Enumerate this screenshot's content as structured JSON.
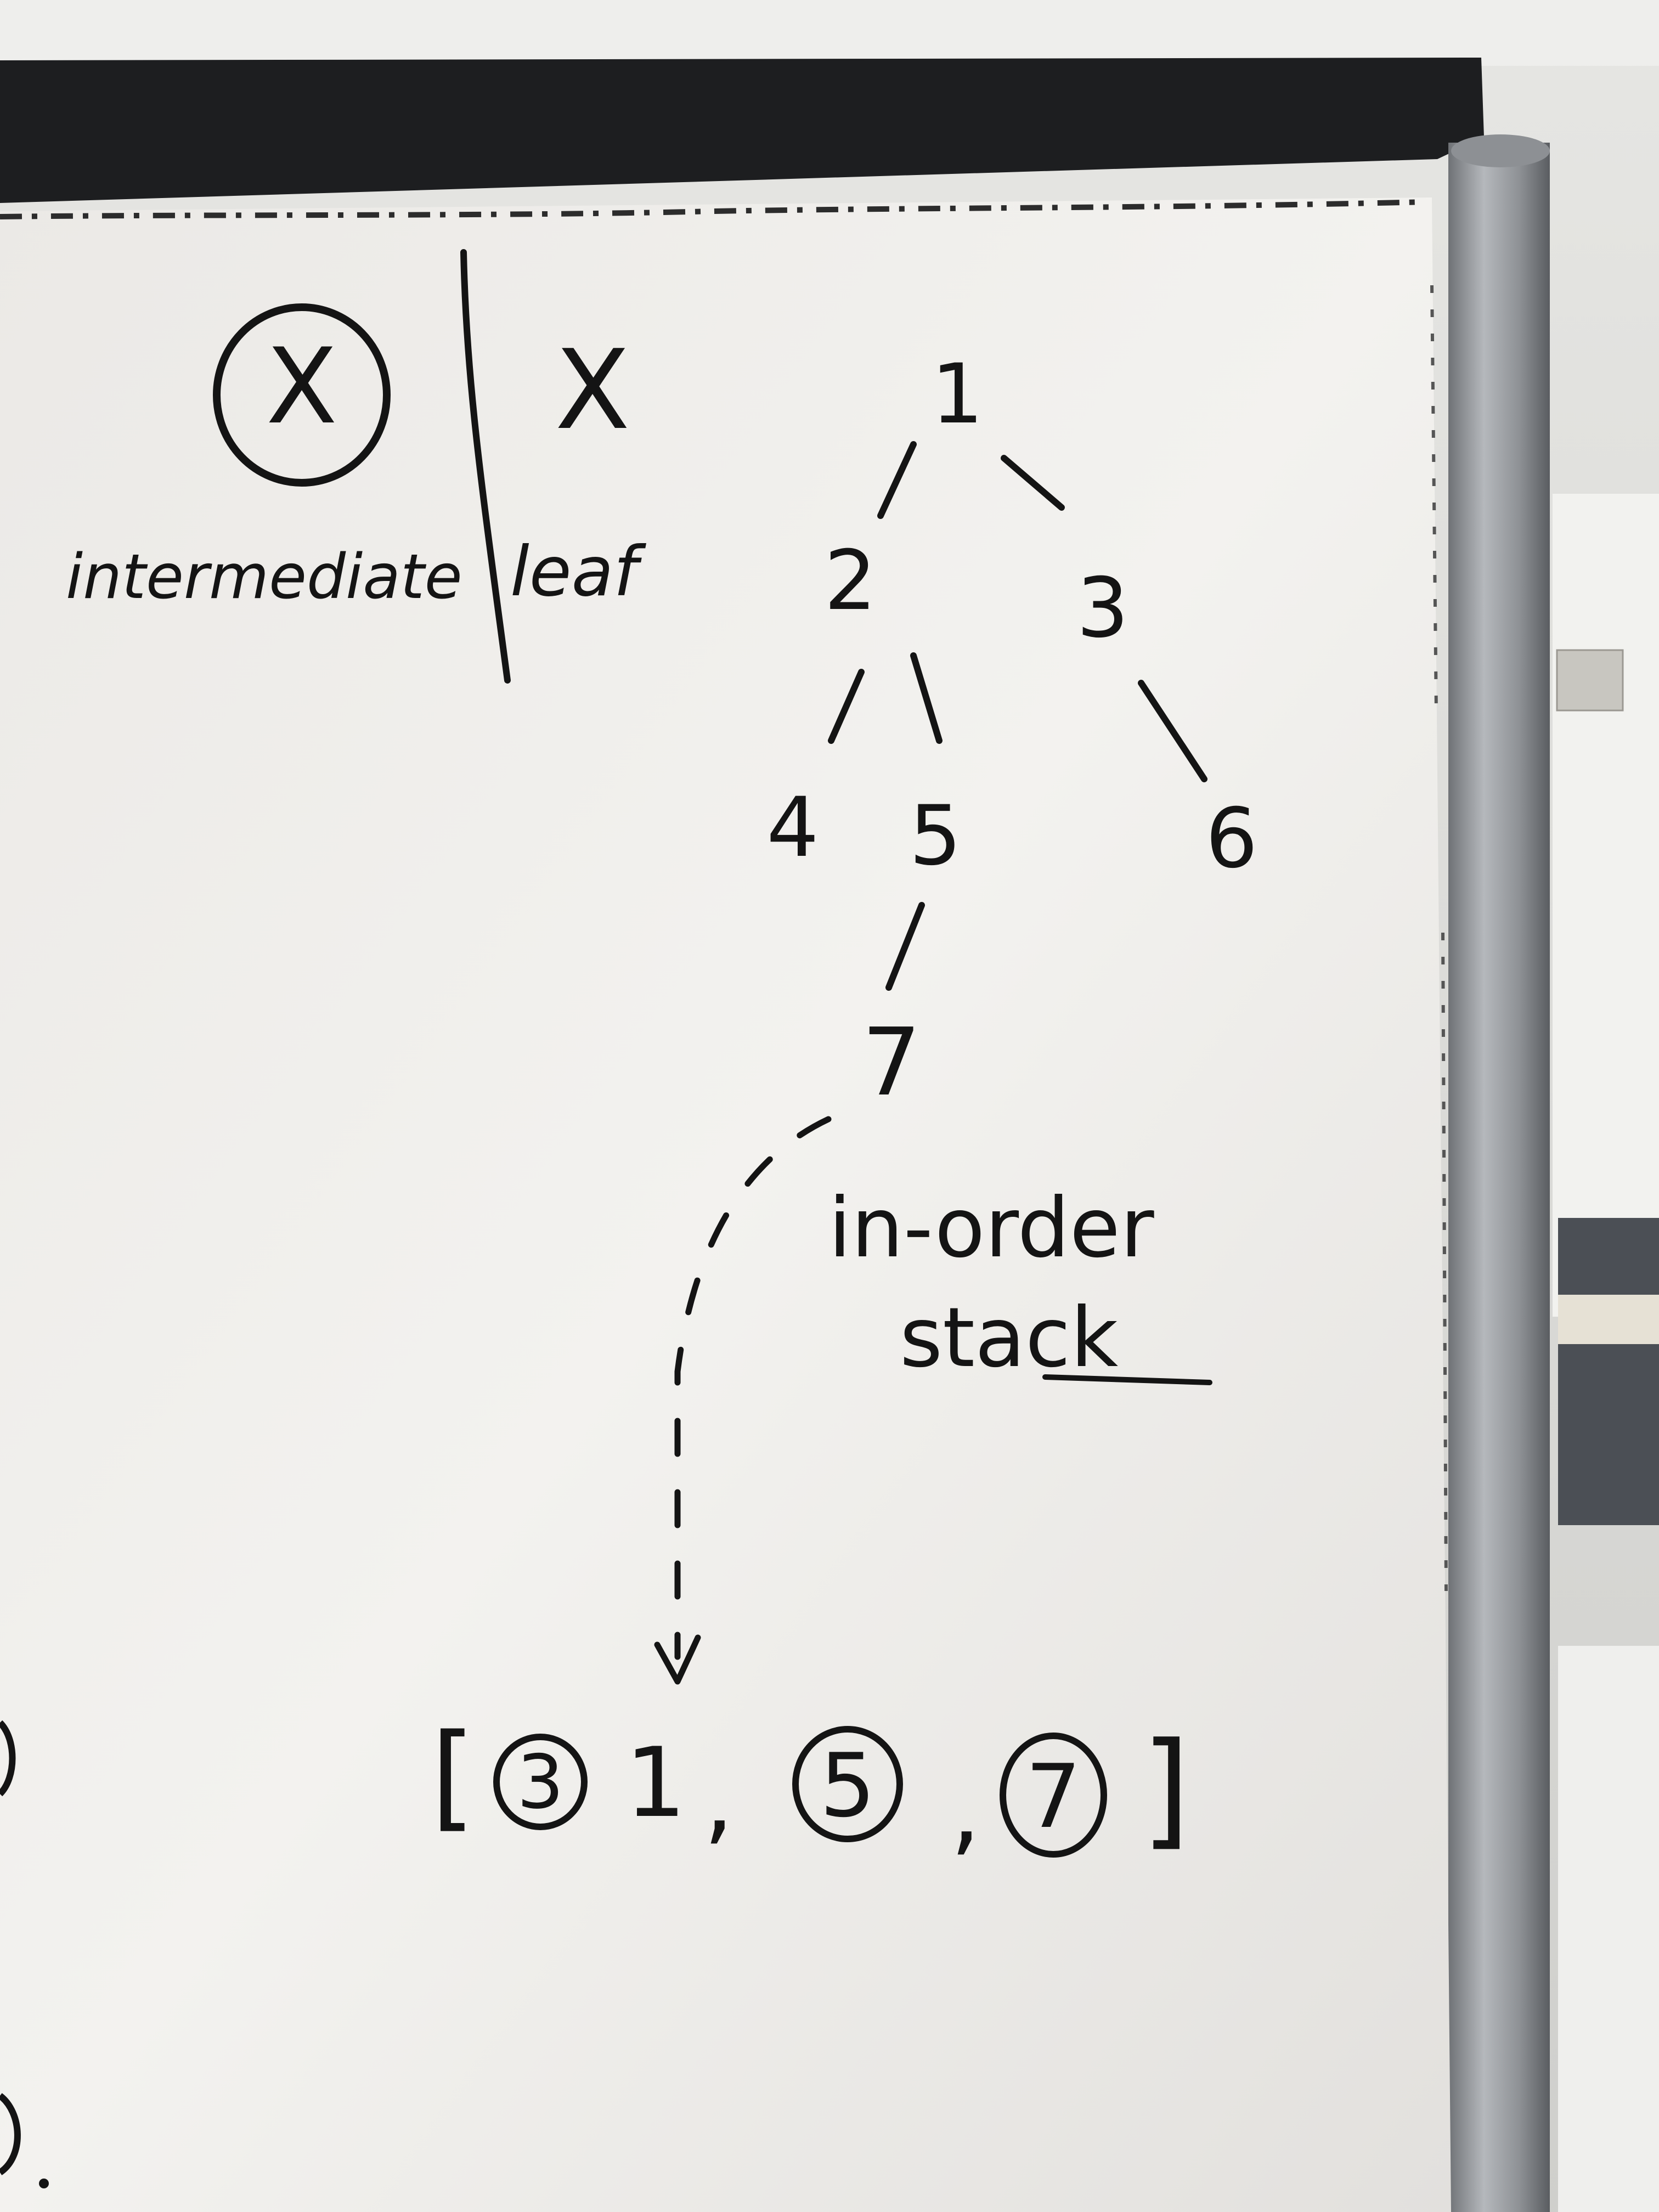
{
  "whiteboard": {
    "legend": {
      "intermediate_symbol": "X",
      "intermediate_label": "intermediate",
      "leaf_symbol": "X",
      "leaf_label": "leaf"
    },
    "tree": {
      "nodes": {
        "n1": "1",
        "n2": "2",
        "n3": "3",
        "n4": "4",
        "n5": "5",
        "n6": "6",
        "n7": "7"
      },
      "edges": [
        [
          "1",
          "2"
        ],
        [
          "1",
          "3"
        ],
        [
          "2",
          "4"
        ],
        [
          "2",
          "5"
        ],
        [
          "3",
          "6"
        ],
        [
          "5",
          "7"
        ]
      ]
    },
    "note_line1": "in-order",
    "note_line2": "stack",
    "stack": {
      "open_bracket": "[",
      "close_bracket": "]",
      "items": [
        "3",
        "1",
        "5",
        "7"
      ],
      "circled": [
        true,
        false,
        true,
        true
      ],
      "separators": [
        ",",
        ","
      ]
    }
  },
  "colors": {
    "ink": "#141414",
    "board": "#f1efec",
    "frame": "#9a9ea3",
    "wall": "#d9d9d6"
  }
}
